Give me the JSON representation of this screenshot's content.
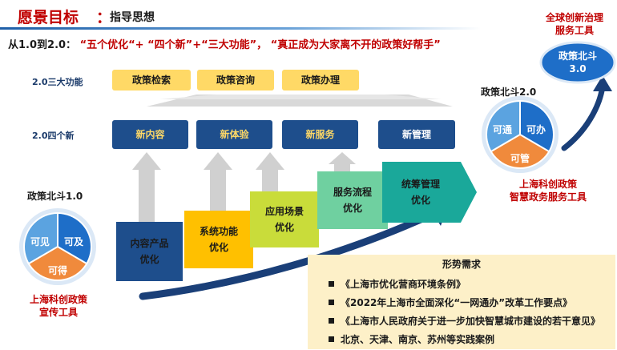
{
  "header": {
    "title": "愿景目标",
    "colon": "：",
    "subtitle": "指导思想"
  },
  "headline": {
    "prefix": "从1.0到2.0：",
    "quote": "“五个优化“+ “四个新”+“三大功能”， “真正成为大家离不开的政策好帮手”"
  },
  "functions": {
    "label": "2.0三大功能",
    "items": [
      "政策检索",
      "政策咨询",
      "政策办理"
    ]
  },
  "fournew": {
    "label": "2.0四个新",
    "items": [
      "新内容",
      "新体验",
      "新服务",
      "新管理"
    ]
  },
  "steps": [
    {
      "line1": "内容产品",
      "line2": "优化",
      "color": "#1e4e8c"
    },
    {
      "line1": "系统功能",
      "line2": "优化",
      "color": "#ffc000"
    },
    {
      "line1": "应用场景",
      "line2": "优化",
      "color": "#c9dc3a"
    },
    {
      "line1": "服务流程",
      "line2": "优化",
      "color": "#6fd0a0"
    },
    {
      "line1": "统筹管理",
      "line2": "优化",
      "color": "#1aa89a"
    }
  ],
  "beidou1": {
    "title": "政策北斗1.0",
    "seg_left": "可见",
    "seg_right": "可及",
    "seg_bottom": "可得",
    "caption_line1": "上海科创政策",
    "caption_line2": "宣传工具"
  },
  "beidou2": {
    "title": "政策北斗2.0",
    "seg_left": "可通",
    "seg_right": "可办",
    "seg_bottom": "可管",
    "caption_line1": "上海科创政策",
    "caption_line2": "智慧政务服务工具"
  },
  "beidou3": {
    "caption_line1": "全球创新治理",
    "caption_line2": "服务工具",
    "line1": "政策北斗",
    "line2": "3.0"
  },
  "needs": {
    "title": "形势需求",
    "items": [
      "《上海市优化营商环境条例》",
      "《2022年上海市全面深化“一网通办”改革工作要点》",
      "《上海市人民政府关于进一步加快智慧城市建设的若干意见》",
      "北京、天津、南京、苏州等实践案例"
    ]
  },
  "colors": {
    "accent_red": "#c00000",
    "navy": "#1e4e8c",
    "yellow": "#ffd966",
    "wheel_dark": "#1e6ec8",
    "wheel_light": "#5ba3e0",
    "wheel_orange": "#f08a3c"
  }
}
